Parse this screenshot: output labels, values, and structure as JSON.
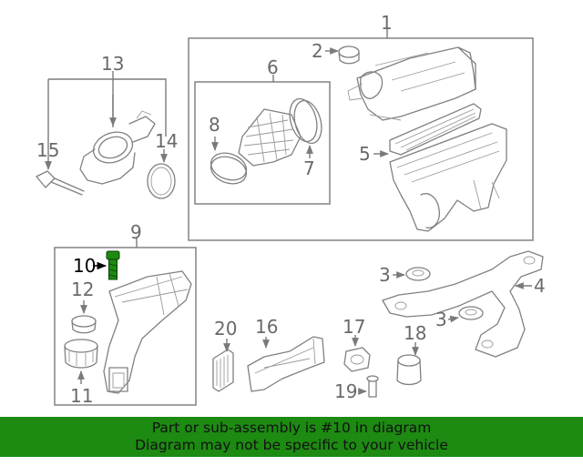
{
  "diagram": {
    "labels": {
      "l1": "1",
      "l2": "2",
      "l3a": "3",
      "l3b": "3",
      "l4": "4",
      "l5": "5",
      "l6": "6",
      "l7": "7",
      "l8": "8",
      "l9": "9",
      "l10": "10",
      "l11": "11",
      "l12": "12",
      "l13": "13",
      "l14": "14",
      "l15": "15",
      "l16": "16",
      "l17": "17",
      "l18": "18",
      "l19": "19",
      "l20": "20"
    },
    "highlighted_part": "10",
    "highlight_color": "#1d8a12",
    "line_color": "#808080"
  },
  "footer": {
    "line1": "Part or sub-assembly is #10 in diagram",
    "line2": "Diagram may not be specific to your vehicle",
    "background": "#1d8a12"
  }
}
